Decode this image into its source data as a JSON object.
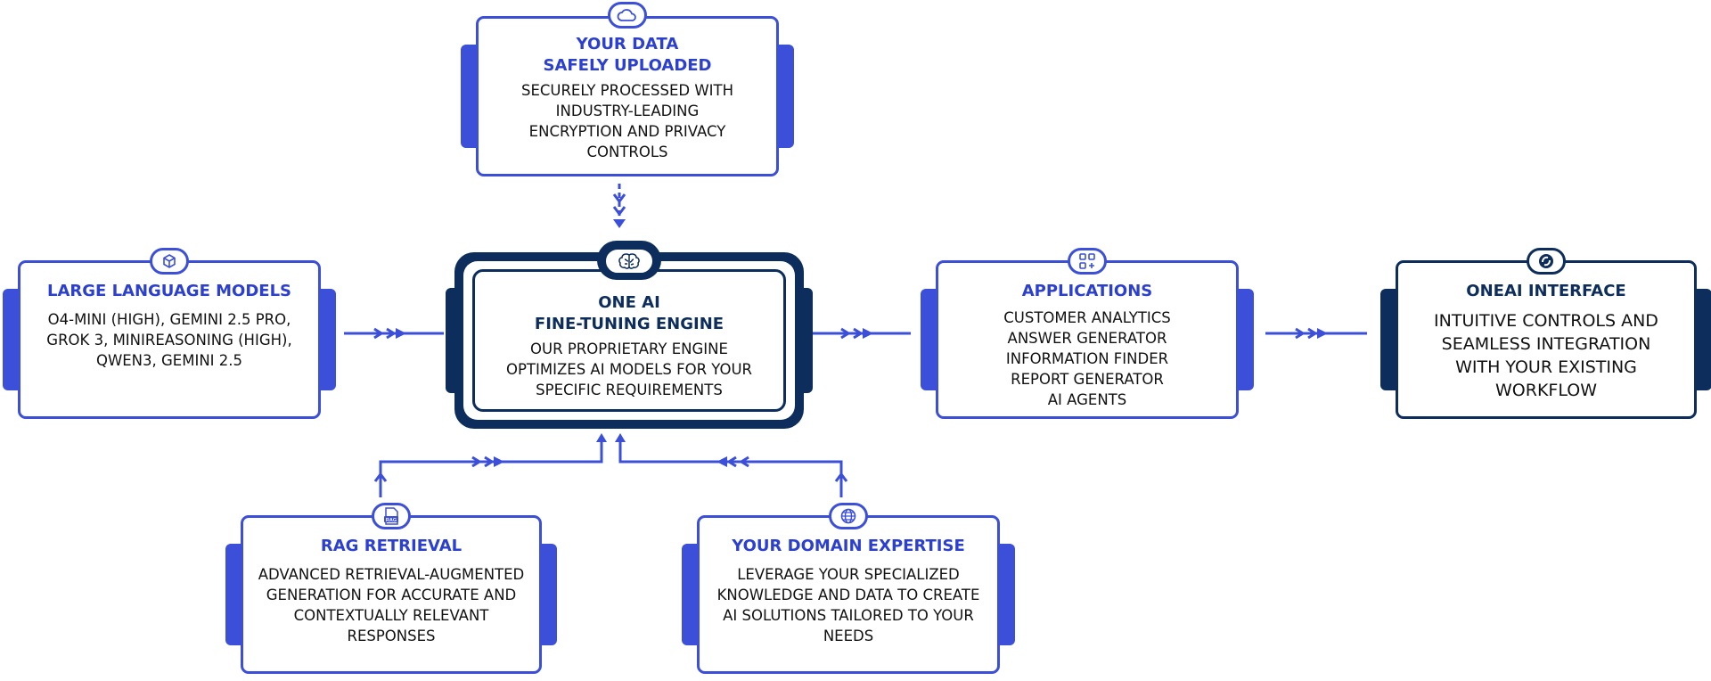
{
  "nodes": {
    "data": {
      "title_line1": "YOUR DATA",
      "title_line2": "SAFELY UPLOADED",
      "body": "SECURELY PROCESSED WITH INDUSTRY-LEADING ENCRYPTION AND PRIVACY CONTROLS",
      "icon": "cloud-icon"
    },
    "llm": {
      "title": "LARGE LANGUAGE MODELS",
      "body": "O4-MINI (HIGH), GEMINI 2.5 PRO, GROK 3, MINIREASONING (HIGH), QWEN3, GEMINI 2.5",
      "icon": "cube-icon"
    },
    "engine": {
      "title_line1": "ONE AI",
      "title_line2": "FINE-TUNING ENGINE",
      "body": "OUR PROPRIETARY ENGINE OPTIMIZES AI MODELS FOR YOUR SPECIFIC REQUIREMENTS",
      "icon": "brain-icon"
    },
    "applications": {
      "title": "APPLICATIONS",
      "items": [
        "CUSTOMER ANALYTICS",
        "ANSWER GENERATOR",
        "INFORMATION FINDER",
        "REPORT GENERATOR",
        "AI AGENTS"
      ],
      "icon": "apps-grid-icon"
    },
    "interface": {
      "title": "ONEAI INTERFACE",
      "body": "INTUITIVE CONTROLS AND SEAMLESS INTEGRATION WITH YOUR EXISTING WORKFLOW",
      "icon": "oneai-logo-icon"
    },
    "rag": {
      "title": "RAG RETRIEVAL",
      "body": "ADVANCED RETRIEVAL-AUGMENTED GENERATION FOR ACCURATE AND CONTEXTUALLY RELEVANT RESPONSES",
      "icon": "rag-document-icon",
      "icon_text": "RAG"
    },
    "domain": {
      "title": "YOUR DOMAIN EXPERTISE",
      "body": "LEVERAGE YOUR SPECIALIZED KNOWLEDGE AND DATA TO CREATE AI SOLUTIONS TAILORED TO YOUR NEEDS",
      "icon": "globe-icon"
    }
  },
  "colors": {
    "accent_blue": "#3b4fd9",
    "navy": "#0d2d5c",
    "title_blue": "#2b3fd0"
  }
}
